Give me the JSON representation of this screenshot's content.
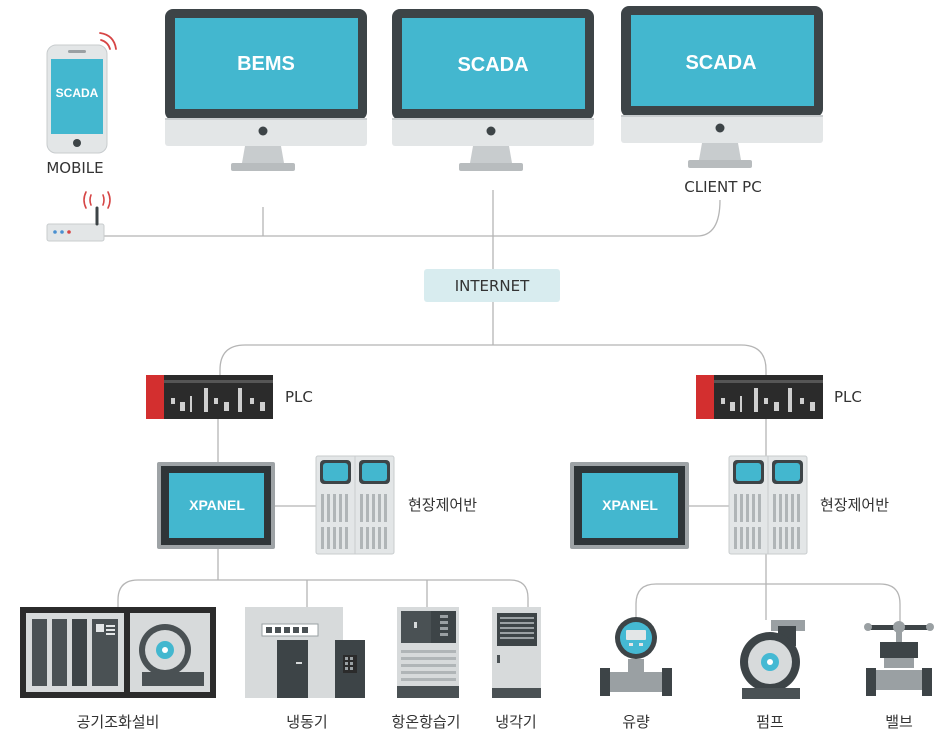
{
  "colors": {
    "screen": "#43b7cf",
    "screen_dark": "#3aa3bb",
    "bezel": "#3d4447",
    "chin": "#e3e6e7",
    "stand": "#b8bcbe",
    "line": "#b5b5b5",
    "internet_badge": "#d8ecef",
    "plc_body": "#2b2b2b",
    "plc_red": "#d32f2f",
    "equipment": "#d7dadb",
    "equipment_dark": "#4a5154",
    "accent": "#45b9d3"
  },
  "top": {
    "mobile": {
      "screen_text": "SCADA",
      "label": "MOBILE",
      "icon": "mobile-phone-icon"
    },
    "monitor_bems": {
      "screen_text": "BEMS",
      "icon": "monitor-icon"
    },
    "monitor_scada": {
      "screen_text": "SCADA",
      "icon": "monitor-icon"
    },
    "monitor_client": {
      "screen_text": "SCADA",
      "label": "CLIENT PC",
      "icon": "monitor-icon"
    },
    "router": {
      "icon": "wifi-router-icon"
    }
  },
  "network": {
    "internet_label": "INTERNET"
  },
  "left_branch": {
    "plc_label": "PLC",
    "xpanel_text": "XPANEL",
    "control_panel_label": "현장제어반",
    "devices": [
      {
        "label": "공기조화설비",
        "icon": "air-handling-unit-icon"
      },
      {
        "label": "냉동기",
        "icon": "chiller-icon"
      },
      {
        "label": "항온항습기",
        "icon": "thermo-hygrostat-icon"
      },
      {
        "label": "냉각기",
        "icon": "cooler-icon"
      }
    ]
  },
  "right_branch": {
    "plc_label": "PLC",
    "xpanel_text": "XPANEL",
    "control_panel_label": "현장제어반",
    "devices": [
      {
        "label": "유량",
        "icon": "flow-meter-icon"
      },
      {
        "label": "펌프",
        "icon": "pump-icon"
      },
      {
        "label": "밸브",
        "icon": "valve-icon"
      }
    ]
  }
}
